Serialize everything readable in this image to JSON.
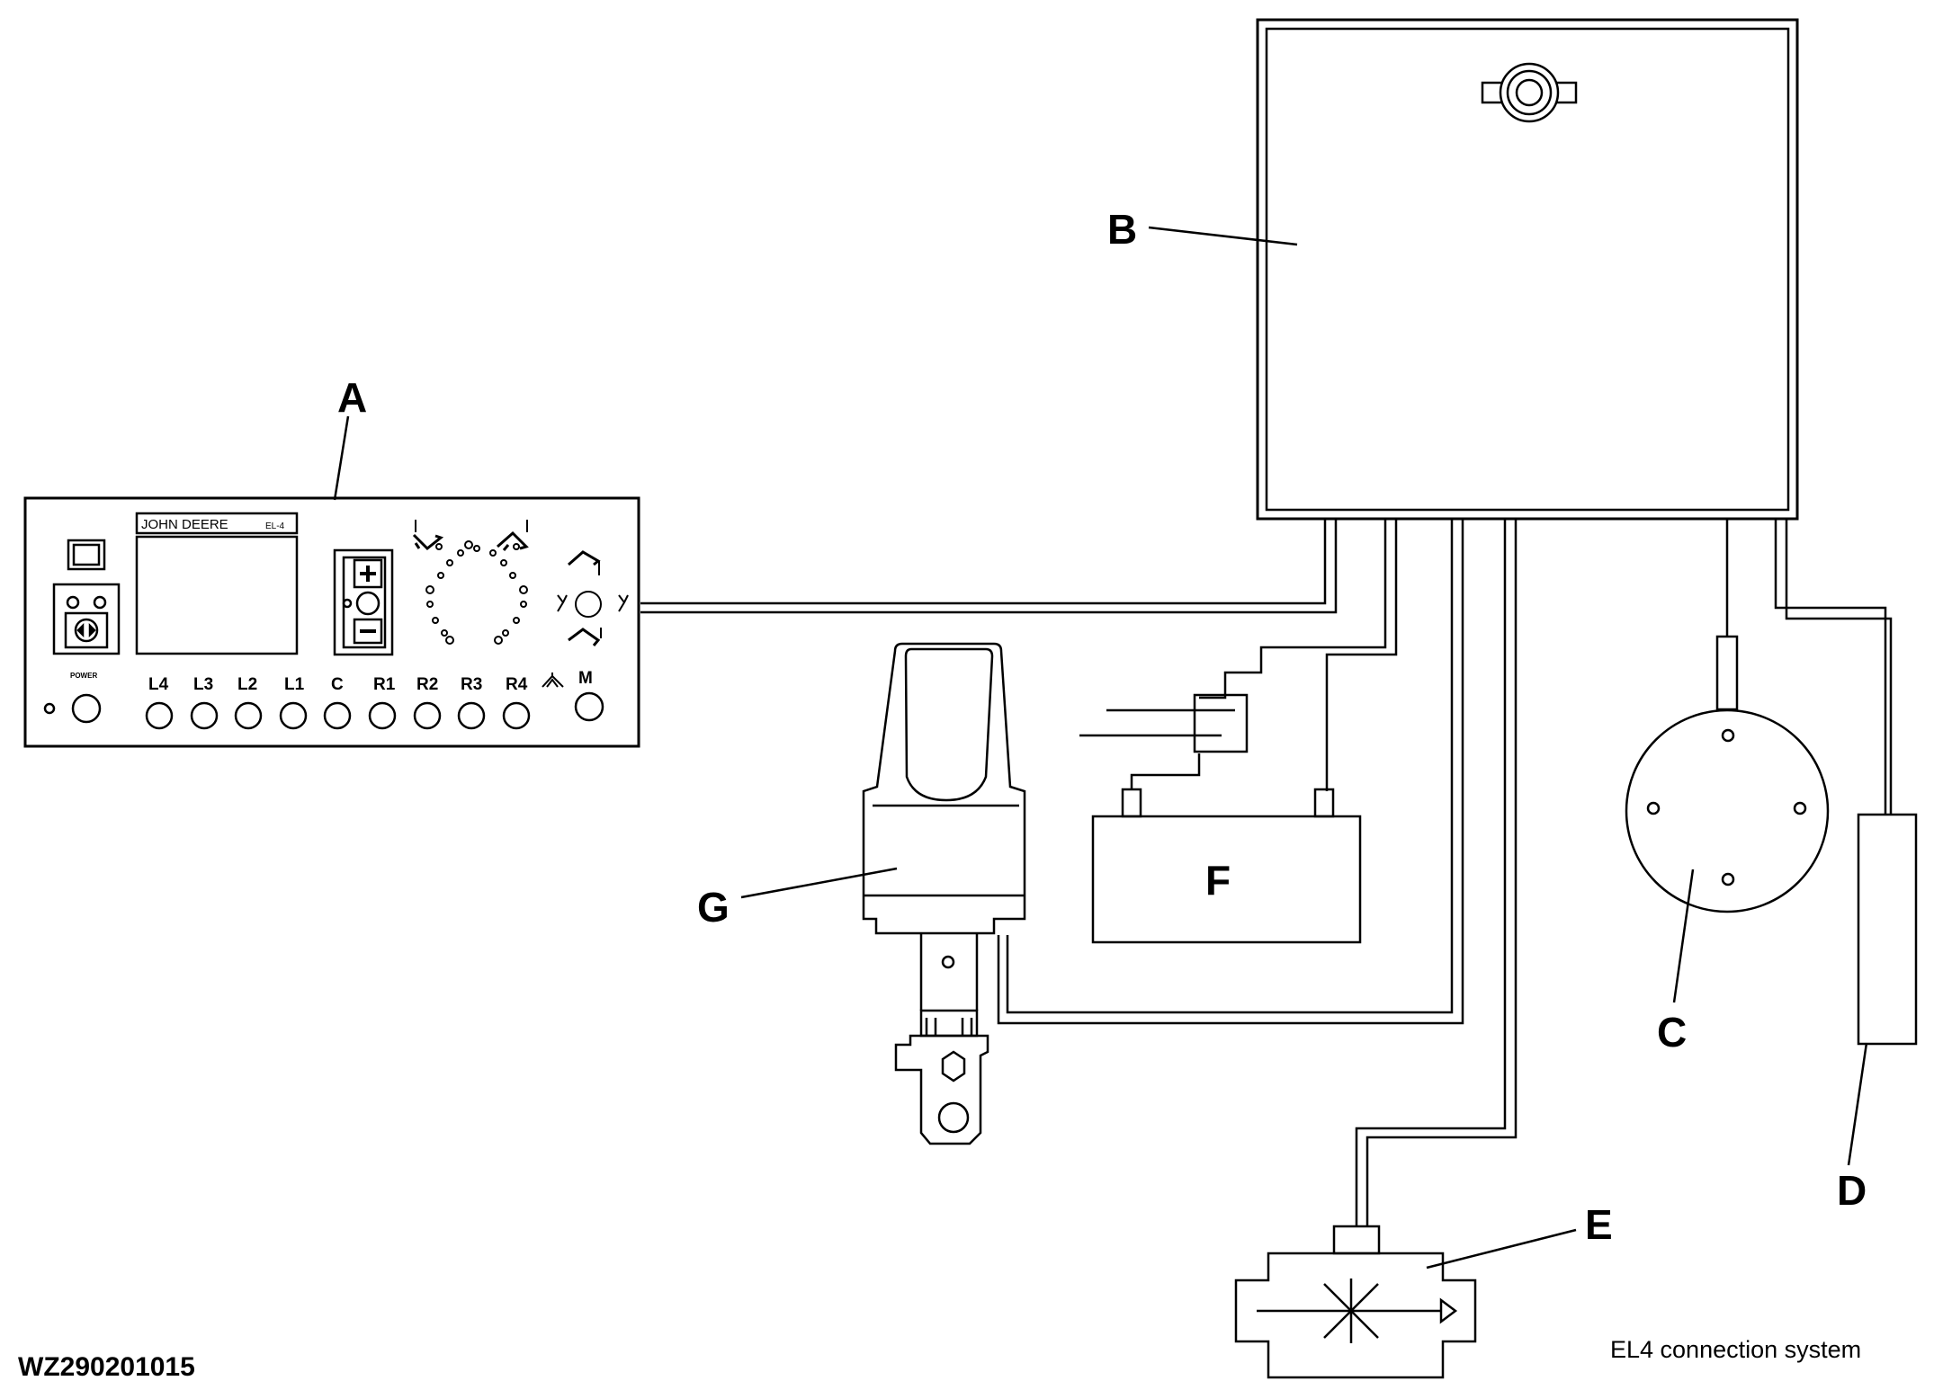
{
  "labels": {
    "a": "A",
    "b": "B",
    "c": "C",
    "d": "D",
    "e": "E",
    "f": "F",
    "g": "G"
  },
  "panel": {
    "brand": "JOHN DEERE",
    "model": "EL-4",
    "power_label": "POWER",
    "buttons": [
      "L4",
      "L3",
      "L2",
      "L1",
      "C",
      "R1",
      "R2",
      "R3",
      "R4",
      "M"
    ]
  },
  "figure_id": "WZ290201015",
  "caption": "EL4 connection system"
}
